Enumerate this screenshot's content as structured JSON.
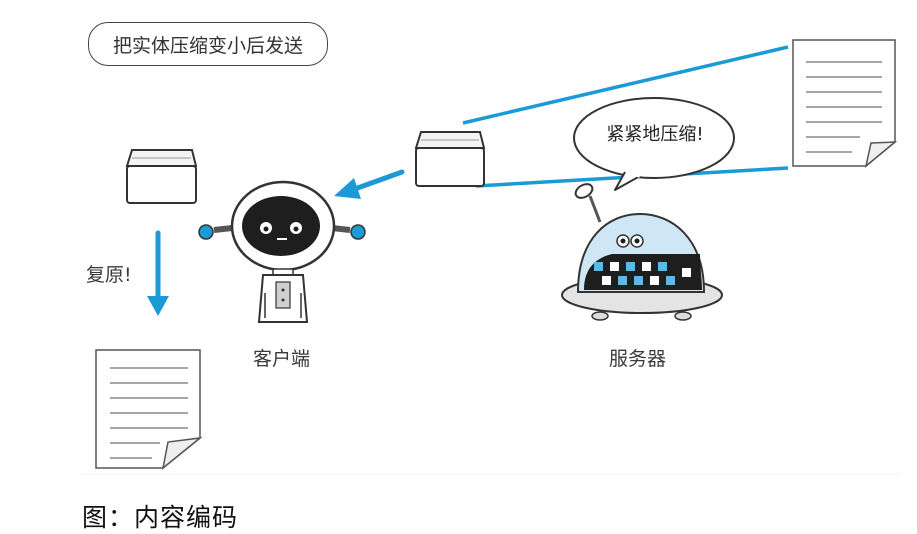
{
  "title_label": "把实体压缩变小后发送",
  "speech_bubble": "紧紧地压缩!",
  "restore_label": "复原!",
  "client_label": "客户端",
  "server_label": "服务器",
  "caption": "图：内容编码",
  "colors": {
    "accent_blue": "#1a9bd7",
    "outline": "#444444",
    "robot_dark": "#1e1e1e",
    "pixel_blue": "#5bb8e8"
  },
  "icons": [
    "document-icon",
    "compressed-box-icon",
    "client-robot-icon",
    "server-robot-icon",
    "arrow-down-icon",
    "arrow-left-icon"
  ]
}
